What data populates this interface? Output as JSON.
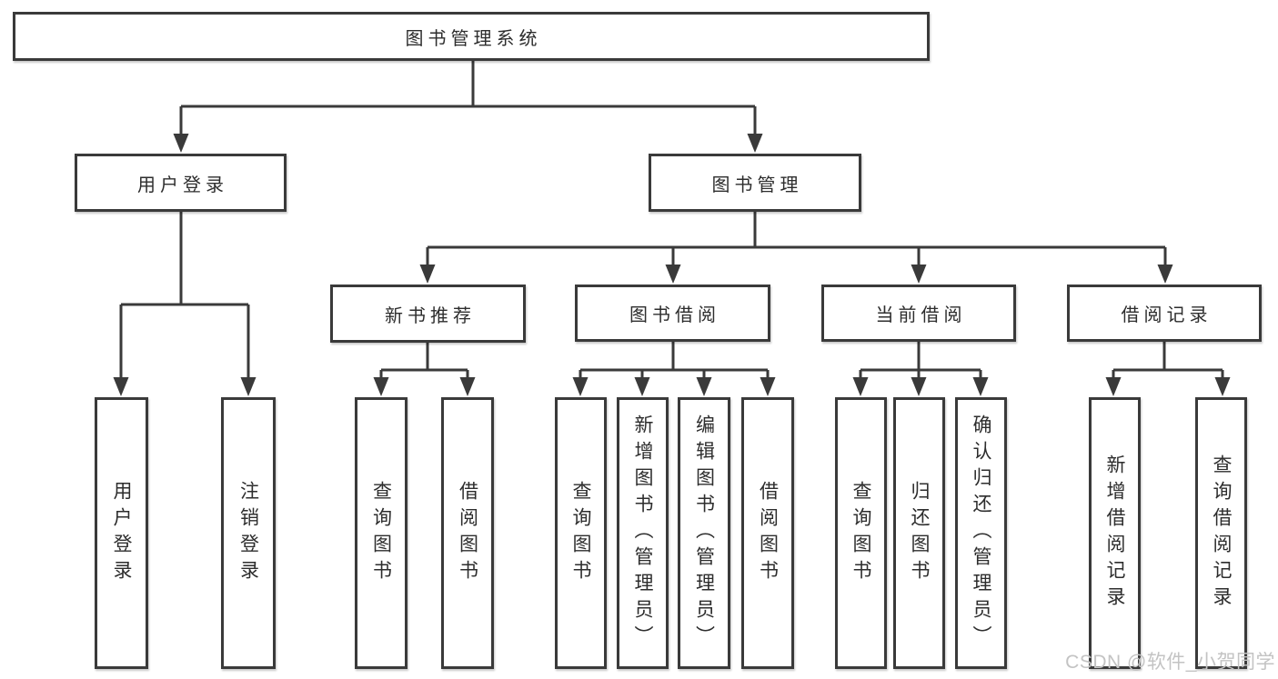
{
  "colors": {
    "line": "#3a3a3a",
    "text": "#2d2d2d",
    "watermark": "#c3c3c3",
    "background": "#ffffff"
  },
  "tree": {
    "root": {
      "label": "图书管理系统"
    },
    "branches": [
      {
        "label": "用户登录",
        "children": [
          {
            "label": "用户登录"
          },
          {
            "label": "注销登录"
          }
        ]
      },
      {
        "label": "图书管理",
        "sections": [
          {
            "label": "新书推荐",
            "children": [
              {
                "label": "查询图书"
              },
              {
                "label": "借阅图书"
              }
            ]
          },
          {
            "label": "图书借阅",
            "children": [
              {
                "label": "查询图书"
              },
              {
                "label": "新增图书（管理员）"
              },
              {
                "label": "编辑图书（管理员）"
              },
              {
                "label": "借阅图书"
              }
            ]
          },
          {
            "label": "当前借阅",
            "children": [
              {
                "label": "查询图书"
              },
              {
                "label": "归还图书"
              },
              {
                "label": "确认归还（管理员）"
              }
            ]
          },
          {
            "label": "借阅记录",
            "children": [
              {
                "label": "新增借阅记录"
              },
              {
                "label": "查询借阅记录"
              }
            ]
          }
        ]
      }
    ]
  },
  "watermark": {
    "text": "CSDN @软件_小贺同学"
  }
}
